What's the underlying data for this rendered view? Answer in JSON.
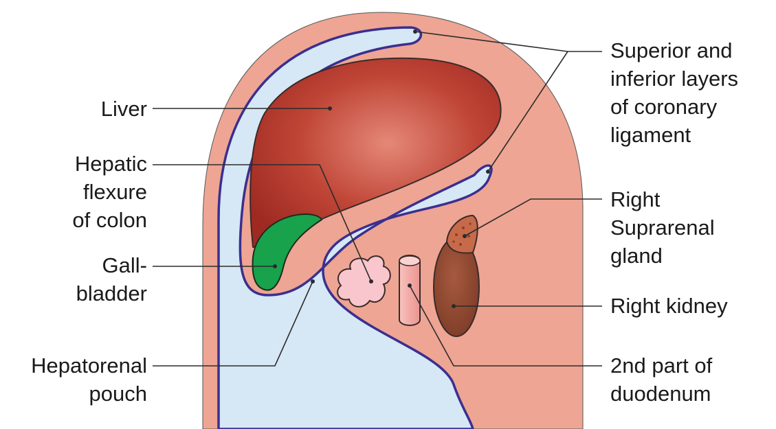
{
  "labels": {
    "liver": [
      "Liver"
    ],
    "hepatic_flexure": [
      "Hepatic",
      "flexure",
      "of colon"
    ],
    "gallbladder": [
      "Gall-",
      "bladder"
    ],
    "hepatorenal_pouch": [
      "Hepatorenal",
      "pouch"
    ],
    "coronary_ligament": [
      "Superior and",
      "inferior layers",
      "of coronary",
      "ligament"
    ],
    "suprarenal_gland": [
      "Right",
      "Suprarenal",
      "gland"
    ],
    "right_kidney": [
      "Right kidney"
    ],
    "duodenum": [
      "2nd part of",
      "duodenum"
    ]
  },
  "colors": {
    "body": "#eea593",
    "peritoneal_cavity": "#d6e7f5",
    "peritoneum_line": "#3a2f8f",
    "liver": "#b83a2e",
    "gallbladder": "#17a24b",
    "kidney": "#8e4a32",
    "suprarenal": "#c76a4a",
    "duodenum": "#f4b6b2",
    "colon": "#f8c6cc"
  }
}
